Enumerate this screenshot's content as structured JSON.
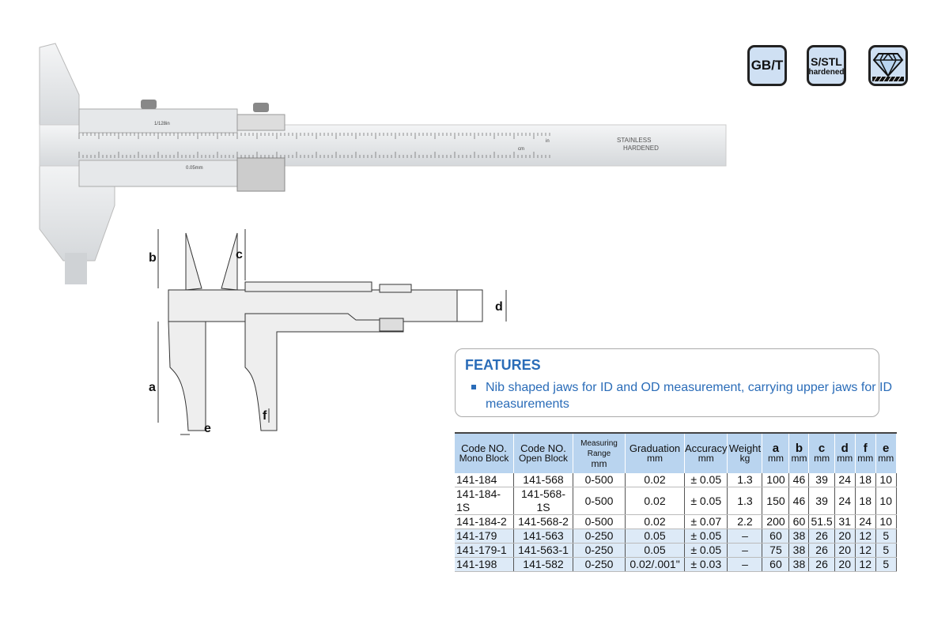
{
  "badges": [
    {
      "line1": "GB/T"
    },
    {
      "line1": "S/STL",
      "line2": "hardened"
    },
    {
      "icon": "diamond-icon"
    }
  ],
  "caliper_photo": {
    "marking1": "STAINLESS",
    "marking2": "HARDENED",
    "vernier_top": "1/128in",
    "vernier_bottom": "0.05mm",
    "unit_in": "in",
    "unit_cm": "cm"
  },
  "diagram": {
    "labels": [
      "a",
      "b",
      "c",
      "d",
      "e",
      "f"
    ]
  },
  "features": {
    "title": "FEATURES",
    "items": [
      "Nib shaped jaws for ID and OD measurement,  carrying upper jaws for ID measurements"
    ]
  },
  "table": {
    "headers": [
      [
        "Code NO.",
        "Mono Block"
      ],
      [
        "Code NO.",
        "Open Block"
      ],
      [
        "Measuring Range",
        "mm"
      ],
      [
        "Graduation",
        "mm"
      ],
      [
        "Accuracy",
        "mm"
      ],
      [
        "Weight",
        "kg"
      ],
      [
        "a",
        "mm"
      ],
      [
        "b",
        "mm"
      ],
      [
        "c",
        "mm"
      ],
      [
        "d",
        "mm"
      ],
      [
        "f",
        "mm"
      ],
      [
        "e",
        "mm"
      ]
    ],
    "rows": [
      [
        "141-184",
        "141-568",
        "0-500",
        "0.02",
        "± 0.05",
        "1.3",
        "100",
        "46",
        "39",
        "24",
        "18",
        "10"
      ],
      [
        "141-184-1S",
        "141-568-1S",
        "0-500",
        "0.02",
        "± 0.05",
        "1.3",
        "150",
        "46",
        "39",
        "24",
        "18",
        "10"
      ],
      [
        "141-184-2",
        "141-568-2",
        "0-500",
        "0.02",
        "± 0.07",
        "2.2",
        "200",
        "60",
        "51.5",
        "31",
        "24",
        "10"
      ],
      [
        "141-179",
        "141-563",
        "0-250",
        "0.05",
        "± 0.05",
        "–",
        "60",
        "38",
        "26",
        "20",
        "12",
        "5"
      ],
      [
        "141-179-1",
        "141-563-1",
        "0-250",
        "0.05",
        "± 0.05",
        "–",
        "75",
        "38",
        "26",
        "20",
        "12",
        "5"
      ],
      [
        "141-198",
        "141-582",
        "0-250",
        "0.02/.001\"",
        "± 0.03",
        "–",
        "60",
        "38",
        "26",
        "20",
        "12",
        "5"
      ]
    ]
  }
}
